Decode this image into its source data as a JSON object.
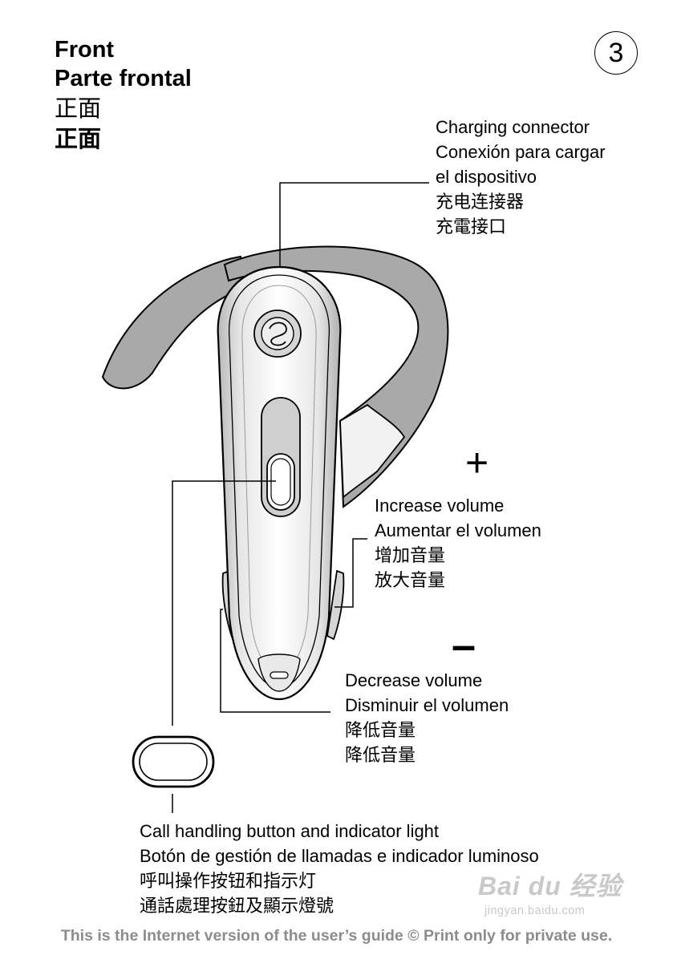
{
  "page_number": "3",
  "section_titles": [
    "Front",
    "Parte frontal",
    "正面",
    "正面"
  ],
  "callouts": {
    "charging_connector": [
      "Charging connector",
      "Conexión para cargar",
      "el dispositivo",
      "充电连接器",
      "充電接口"
    ],
    "increase_volume": [
      "Increase volume",
      "Aumentar el volumen",
      "增加音量",
      "放大音量"
    ],
    "decrease_volume": [
      "Decrease volume",
      "Disminuir el volumen",
      "降低音量",
      "降低音量"
    ],
    "call_button": [
      "Call handling button and indicator light",
      "Botón de gestión de llamadas e indicador luminoso",
      "呼叫操作按钮和指示灯",
      "通話處理按鈕及顯示燈號"
    ]
  },
  "symbols": {
    "plus": "+",
    "minus": "–"
  },
  "footer": "This is the Internet version of the user’s guide © Print only for private use.",
  "watermark": {
    "logo": "Bai du 经验",
    "url": "jingyan.baidu.com"
  }
}
